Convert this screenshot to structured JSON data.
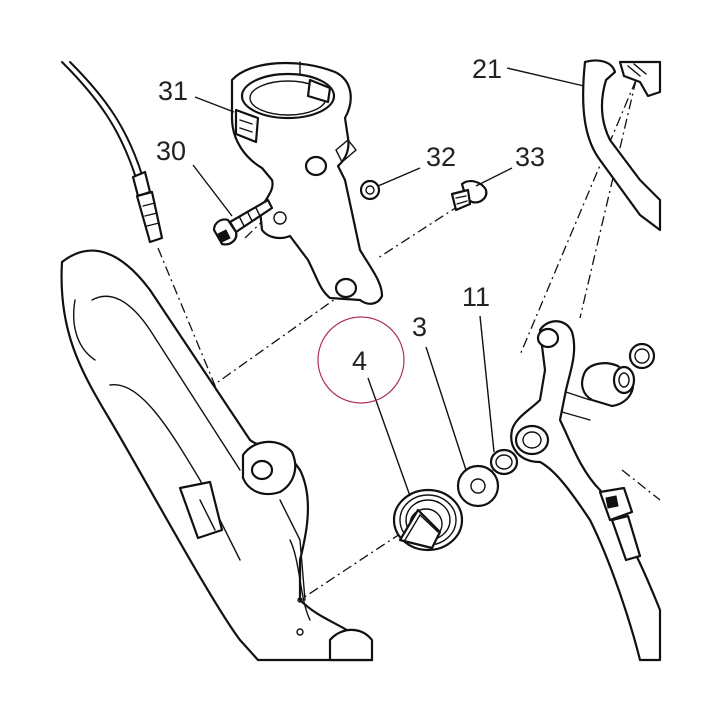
{
  "diagram": {
    "callouts": [
      {
        "id": "c31",
        "text": "31"
      },
      {
        "id": "c30",
        "text": "30"
      },
      {
        "id": "c32",
        "text": "32"
      },
      {
        "id": "c33",
        "text": "33"
      },
      {
        "id": "c21",
        "text": "21"
      },
      {
        "id": "c11",
        "text": "11"
      },
      {
        "id": "c3",
        "text": "3"
      },
      {
        "id": "c4",
        "text": "4"
      }
    ],
    "highlight_color": "#b03050"
  }
}
